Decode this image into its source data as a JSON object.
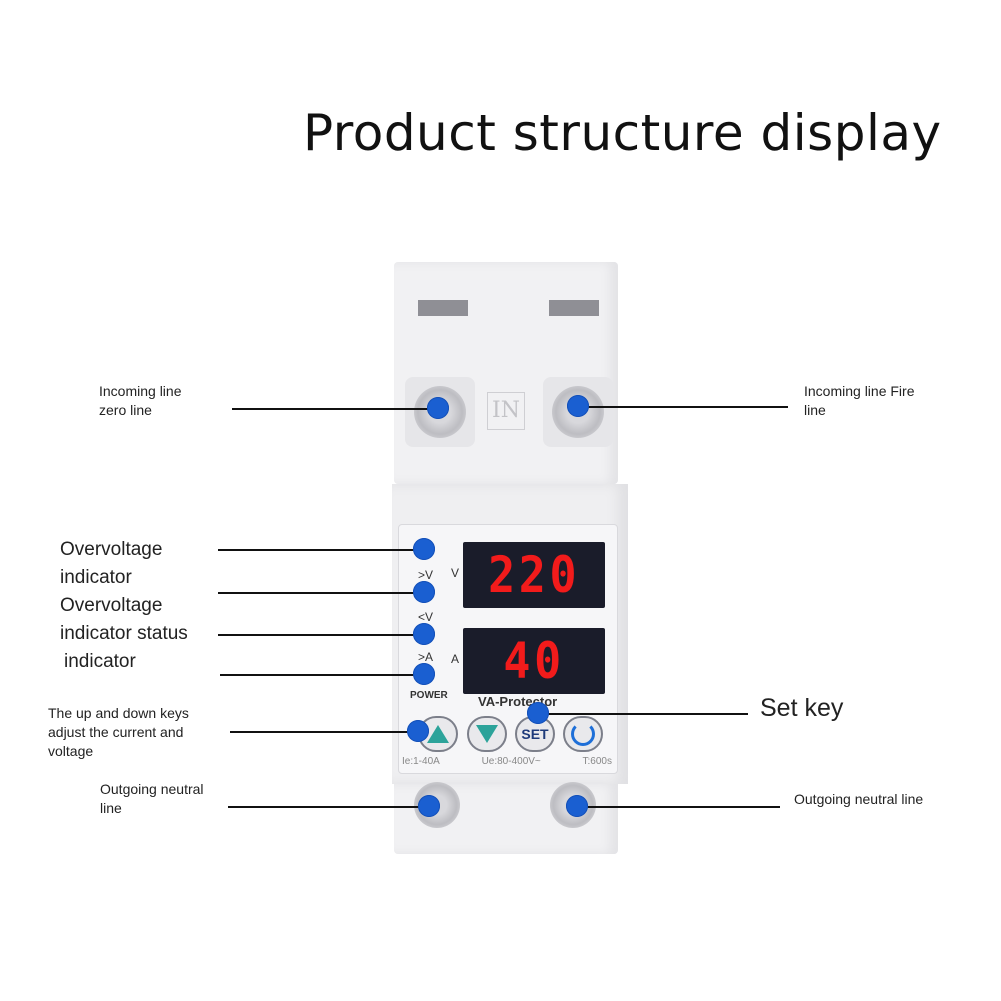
{
  "title": "Product structure display",
  "labels": {
    "incoming_zero": "Incoming line\nzero line",
    "incoming_fire": "Incoming line Fire\nline",
    "overvoltage": "Overvoltage\nindicator",
    "overvoltage2": "Overvoltage\nindicator status",
    "status_indicator": "indicator",
    "up_down_keys": "The up and down keys\nadjust the current and\nvoltage",
    "set_key": "Set key",
    "outgoing_neutral_left": "Outgoing neutral\nline",
    "outgoing_neutral_right": "Outgoing neutral line"
  },
  "device": {
    "in_mark": "IN",
    "voltage_display": "220",
    "current_display": "40",
    "voltage_unit": "V",
    "current_unit": "A",
    "indicator_labels": [
      ">V",
      "<V",
      ">A"
    ],
    "power_label": "POWER",
    "brand": "VA-Protector",
    "set_button": "SET",
    "specs": [
      "Ie:1-40A",
      "Ue:80-400V~",
      "T:600s"
    ]
  },
  "colors": {
    "marker": "#1a5fd1",
    "display_digits": "#f21b1b",
    "arrow_keys": "#2ca39a"
  },
  "icons": [
    "up-arrow-icon",
    "down-arrow-icon",
    "power-icon"
  ]
}
